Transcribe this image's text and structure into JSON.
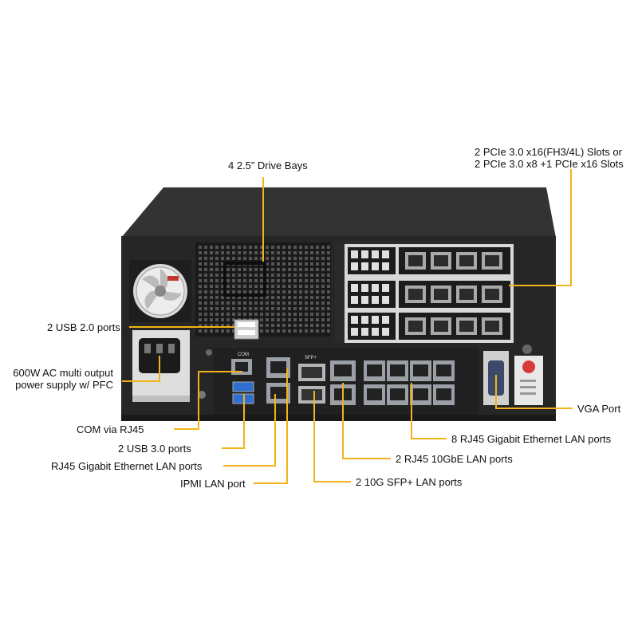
{
  "labels": {
    "pcie_line1": "2 PCIe 3.0 x16(FH3/4L) Slots or",
    "pcie_line2": "2 PCIe 3.0 x8 +1 PCIe x16 Slots",
    "drive_bays": "4 2.5” Drive Bays",
    "usb2": "2 USB 2.0 ports",
    "psu_line1": "600W AC multi output",
    "psu_line2": "power supply w/ PFC",
    "vga": "VGA Port",
    "com": "COM via RJ45",
    "rj45_8": "8 RJ45 Gigabit Ethernet LAN ports",
    "usb3": "2 USB 3.0 ports",
    "rj45_10g": "2 RJ45 10GbE LAN ports",
    "rj45_gbe": "RJ45 Gigabit Ethernet LAN ports",
    "ipmi": "IPMI LAN port",
    "sfp": "2 10G SFP+ LAN ports"
  },
  "panel_marks": {
    "com": "COM",
    "sfp": "SFP+"
  },
  "colors": {
    "leader": "#f2b418",
    "chassis": "#242424",
    "chassis_top": "#2e2e2e",
    "port": "#9aa0a6",
    "usb_blue": "#2f6fd1"
  }
}
